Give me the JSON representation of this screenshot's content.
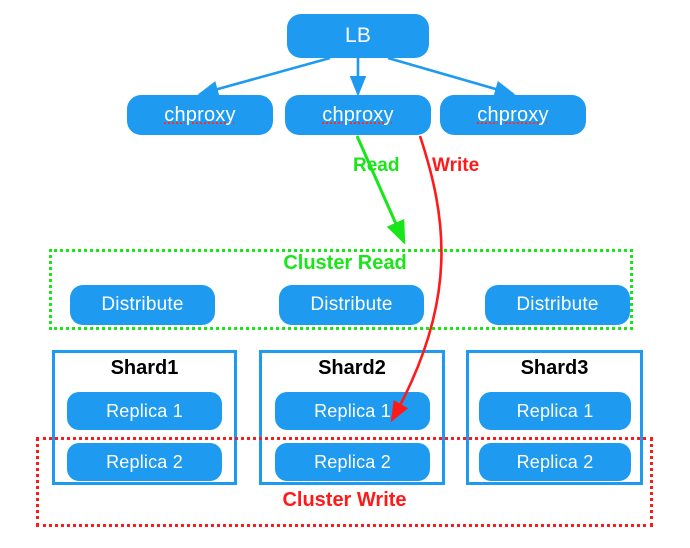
{
  "diagram": {
    "title": "ClickHouse chproxy cluster read/write topology",
    "colors": {
      "node_blue": "#1E9BF0",
      "read_green": "#19E619",
      "write_red": "#FF1A1A",
      "shard_border": "#1E9BF0",
      "shard_title": "#000000",
      "background": "#FFFFFF"
    }
  },
  "load_balancer": {
    "label": "LB"
  },
  "proxies": [
    {
      "label": "chproxy"
    },
    {
      "label": "chproxy"
    },
    {
      "label": "chproxy"
    }
  ],
  "edge_labels": {
    "read": "Read",
    "write": "Write"
  },
  "cluster_read": {
    "label": "Cluster Read",
    "nodes": [
      {
        "label": "Distribute"
      },
      {
        "label": "Distribute"
      },
      {
        "label": "Distribute"
      }
    ]
  },
  "cluster_write": {
    "label": "Cluster Write"
  },
  "shards": [
    {
      "title": "Shard1",
      "replicas": [
        {
          "label": "Replica 1"
        },
        {
          "label": "Replica 2"
        }
      ]
    },
    {
      "title": "Shard2",
      "replicas": [
        {
          "label": "Replica 1"
        },
        {
          "label": "Replica 2"
        }
      ]
    },
    {
      "title": "Shard3",
      "replicas": [
        {
          "label": "Replica 1"
        },
        {
          "label": "Replica 2"
        }
      ]
    }
  ]
}
